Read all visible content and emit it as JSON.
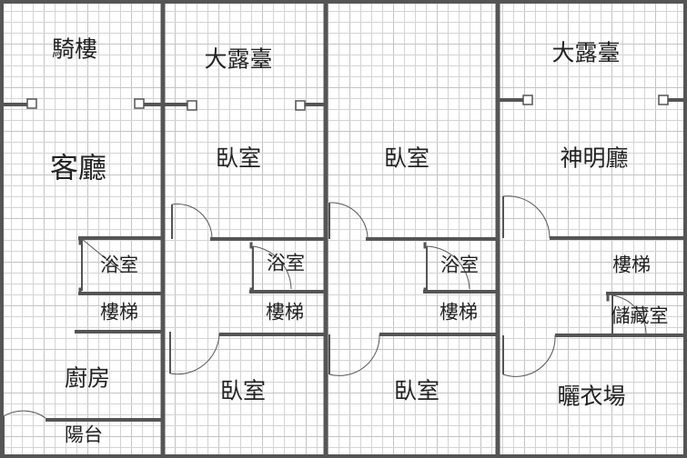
{
  "rooms": {
    "unit1": {
      "arcade": "騎樓",
      "living_room": "客廳",
      "bathroom": "浴室",
      "stairs": "樓梯",
      "kitchen": "廚房",
      "balcony": "陽台"
    },
    "unit2": {
      "terrace": "大露臺",
      "bedroom_top": "臥室",
      "bathroom": "浴室",
      "stairs": "樓梯",
      "bedroom_bottom": "臥室"
    },
    "unit3": {
      "bedroom_top": "臥室",
      "bathroom": "浴室",
      "stairs": "樓梯",
      "bedroom_bottom": "臥室"
    },
    "unit4": {
      "terrace": "大露臺",
      "shrine_hall": "神明廳",
      "stairs": "樓梯",
      "storage": "儲藏室",
      "laundry": "曬衣場"
    }
  },
  "colors": {
    "wall": "#555555",
    "grid": "#d4d4d4",
    "grid_major": "#c4c4c4",
    "door": "#555555",
    "text": "#222222"
  }
}
